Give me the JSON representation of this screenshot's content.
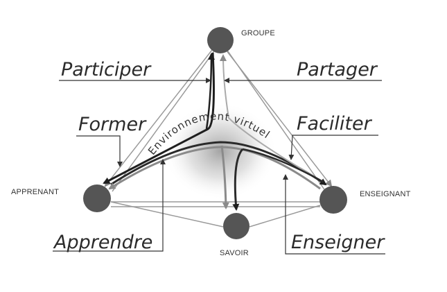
{
  "nodes": {
    "groupe": "GROUPE",
    "apprenant": "APPRENANT",
    "enseignant": "ENSEIGNANT",
    "savoir": "SAVOIR"
  },
  "center_label": "Environnement virtuel",
  "verbs": {
    "participer": "Participer",
    "partager": "Partager",
    "former": "Former",
    "faciliter": "Faciliter",
    "apprendre": "Apprendre",
    "enseigner": "Enseigner"
  },
  "colors": {
    "node": "#555555",
    "line": "#9a9a9a",
    "arrow_dark": "#1f1f1f",
    "text": "#2b2b2b"
  }
}
